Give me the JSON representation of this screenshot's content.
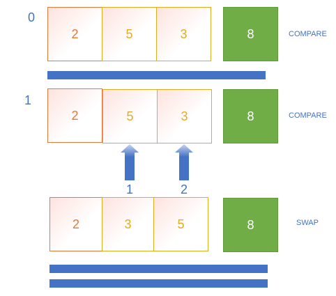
{
  "rows": [
    {
      "index_label": "0",
      "cells": [
        "2",
        "5",
        "3"
      ],
      "sorted_value": "8",
      "action": "COMPARE"
    },
    {
      "index_label": "1",
      "cells": [
        "2",
        "5",
        "3"
      ],
      "sorted_value": "8",
      "action": "COMPARE"
    },
    {
      "cells": [
        "2",
        "3",
        "5"
      ],
      "sorted_value": "8",
      "action": "SWAP"
    }
  ],
  "pointers": [
    "1",
    "2"
  ],
  "colors": {
    "accent": "#4472c4",
    "orange": "#e07b39",
    "gold": "#e0ad1e",
    "green": "#70ad47"
  }
}
